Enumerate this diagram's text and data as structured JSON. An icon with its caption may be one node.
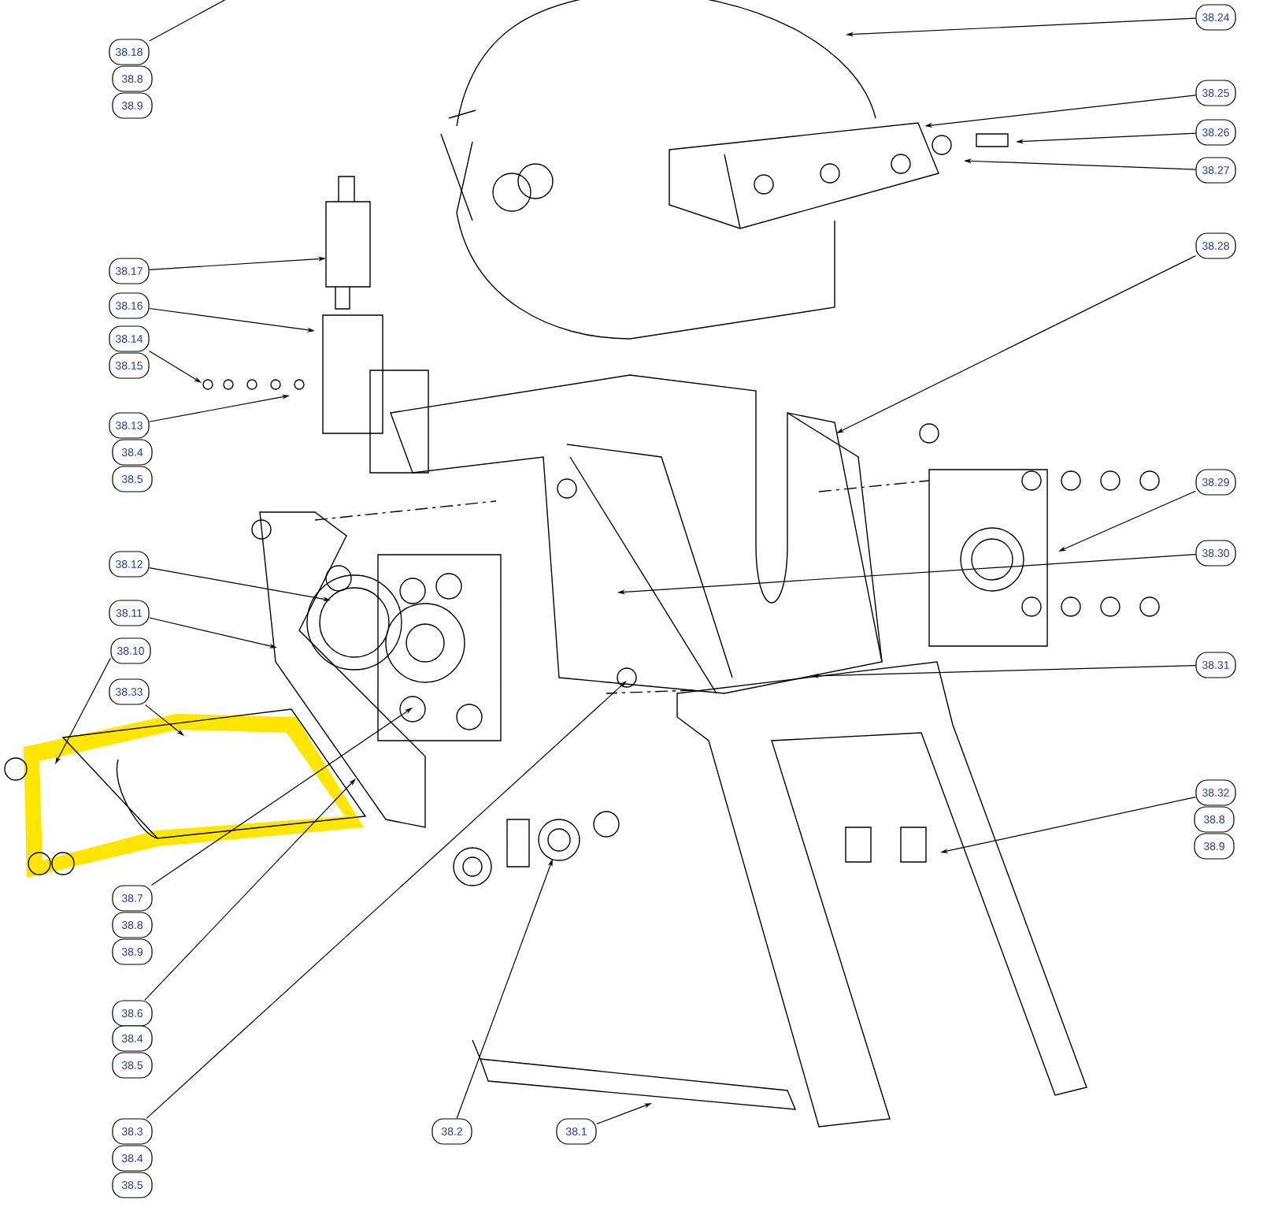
{
  "diagram": {
    "nodes": [
      {
        "text": [
          "38.18"
        ]
      },
      {
        "text": [
          "38.8"
        ]
      },
      {
        "text": [
          "38.9"
        ]
      },
      {
        "text": [
          "38.17"
        ]
      },
      {
        "text": [
          "38.16"
        ]
      },
      {
        "text": [
          "38.14"
        ]
      },
      {
        "text": [
          "38.15"
        ]
      },
      {
        "text": [
          "38.13"
        ]
      },
      {
        "text": [
          "38.4"
        ]
      },
      {
        "text": [
          "38.5"
        ]
      },
      {
        "text": [
          "38.12"
        ]
      },
      {
        "text": [
          "38.11"
        ]
      },
      {
        "text": [
          "38.10"
        ]
      },
      {
        "text": [
          "38.33"
        ]
      },
      {
        "text": [
          "38.7"
        ]
      },
      {
        "text": [
          "38.8"
        ]
      },
      {
        "text": [
          "38.9"
        ]
      },
      {
        "text": [
          "38.6"
        ]
      },
      {
        "text": [
          "38.4"
        ]
      },
      {
        "text": [
          "38.5"
        ]
      },
      {
        "text": [
          "38.3"
        ]
      },
      {
        "text": [
          "38.4"
        ]
      },
      {
        "text": [
          "38.5"
        ]
      },
      {
        "text": [
          "38.2"
        ]
      },
      {
        "text": [
          "38.1"
        ]
      },
      {
        "text": [
          "38.24"
        ]
      },
      {
        "text": [
          "38.25"
        ]
      },
      {
        "text": [
          "38.26"
        ]
      },
      {
        "text": [
          "38.27"
        ]
      },
      {
        "text": [
          "38.28"
        ]
      },
      {
        "text": [
          "38.29"
        ]
      },
      {
        "text": [
          "38.30"
        ]
      },
      {
        "text": [
          "38.31"
        ]
      },
      {
        "text": [
          "38.32"
        ]
      },
      {
        "text": [
          "38.8"
        ]
      },
      {
        "text": [
          "38.9"
        ]
      }
    ],
    "edges": [
      {
        "from": 0,
        "to": null,
        "arrow": "none"
      },
      {
        "from": 3,
        "to": null,
        "arrow": "to"
      },
      {
        "from": 4,
        "to": null,
        "arrow": "to"
      },
      {
        "from": 5,
        "to": null,
        "arrow": "to"
      },
      {
        "from": 7,
        "to": null,
        "arrow": "to"
      },
      {
        "from": 10,
        "to": null,
        "arrow": "to"
      },
      {
        "from": 11,
        "to": null,
        "arrow": "to"
      },
      {
        "from": 12,
        "to": null,
        "arrow": "to"
      },
      {
        "from": 13,
        "to": null,
        "arrow": "to"
      },
      {
        "from": 14,
        "to": null,
        "arrow": "to"
      },
      {
        "from": 17,
        "to": null,
        "arrow": "to"
      },
      {
        "from": 20,
        "to": null,
        "arrow": "to"
      },
      {
        "from": 23,
        "to": null,
        "arrow": "to"
      },
      {
        "from": 24,
        "to": null,
        "arrow": "to"
      },
      {
        "from": 25,
        "to": null,
        "arrow": "to"
      },
      {
        "from": 26,
        "to": null,
        "arrow": "to"
      },
      {
        "from": 27,
        "to": null,
        "arrow": "to"
      },
      {
        "from": 28,
        "to": null,
        "arrow": "to"
      },
      {
        "from": 29,
        "to": null,
        "arrow": "to"
      },
      {
        "from": 30,
        "to": null,
        "arrow": "to"
      },
      {
        "from": 31,
        "to": null,
        "arrow": "to"
      },
      {
        "from": 32,
        "to": null,
        "arrow": "to"
      },
      {
        "from": 33,
        "to": null,
        "arrow": "to"
      }
    ]
  }
}
